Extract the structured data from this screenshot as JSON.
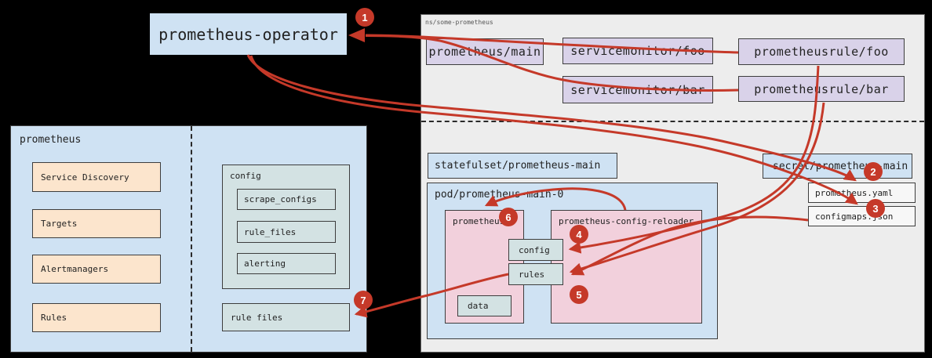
{
  "operator": {
    "label": "prometheus-operator"
  },
  "namespace": {
    "label": "ns/some-prometheus",
    "crds": {
      "prometheus_main": "prometheus/main",
      "servicemonitor_foo": "servicemonitor/foo",
      "servicemonitor_bar": "servicemonitor/bar",
      "prometheusrule_foo": "prometheusrule/foo",
      "prometheusrule_bar": "prometheusrule/bar"
    },
    "workloads": {
      "statefulset": "statefulset/prometheus-main",
      "pod": "pod/prometheus-main-0",
      "prometheus_container": "prometheus",
      "reloader_container": "prometheus-config-reloader",
      "config_volume": "config",
      "rules_volume": "rules",
      "data_volume": "data",
      "secret": "secret/prometheus-main",
      "files": {
        "yaml": "prometheus.yaml",
        "json": "configmaps.json"
      }
    }
  },
  "panel": {
    "label": "prometheus",
    "components": [
      "Service Discovery",
      "Targets",
      "Alertmanagers",
      "Rules"
    ],
    "config": {
      "label": "config",
      "sections": [
        "scrape_configs",
        "rule_files",
        "alerting"
      ]
    },
    "rule_files": "rule files"
  },
  "steps": [
    "1",
    "2",
    "3",
    "4",
    "5",
    "6",
    "7"
  ],
  "colors": {
    "accent_red": "#c53929",
    "blue": "#cfe2f3",
    "purple": "#d9d2e9",
    "pink": "#f2d0dc",
    "teal": "#d3e2e3",
    "orange": "#fce5cd",
    "namespace_bg": "#ededed"
  }
}
